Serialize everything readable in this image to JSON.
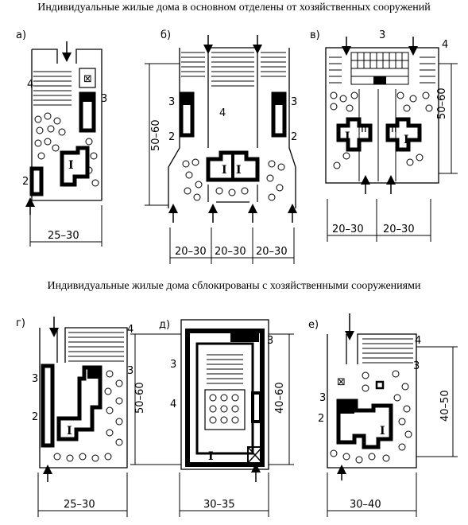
{
  "headings": {
    "top": "Индивидуальные жилые дома в основном отделены от хозяйственных сооружений",
    "bottom": "Индивидуальные жилые дома сблокированы с хозяйственными сооружениями"
  },
  "panels": {
    "a": {
      "letter": "а)",
      "width_dim": "25–30",
      "labels": [
        "4",
        "3",
        "2"
      ],
      "house": "I"
    },
    "b": {
      "letter": "б)",
      "depth_dim": "50–60",
      "width_dims": [
        "20–30",
        "20–30",
        "20–30"
      ],
      "labels": [
        "3",
        "3",
        "2",
        "2",
        "4"
      ],
      "houses": [
        "I",
        "I"
      ]
    },
    "v": {
      "letter": "в)",
      "depth_dim": "50–60",
      "width_dims": [
        "20–30",
        "20–30"
      ],
      "labels": [
        "3",
        "4"
      ],
      "houses": [
        "I",
        "I"
      ],
      "annex": [
        "II",
        "II"
      ]
    },
    "g": {
      "letter": "г)",
      "width_dim": "25–30",
      "labels": [
        "4",
        "3",
        "3",
        "2"
      ],
      "house": "I"
    },
    "d": {
      "letter": "д)",
      "width_dim": "30–35",
      "depth_dims": [
        "50–60",
        "40–60"
      ],
      "labels": [
        "3",
        "3",
        "4"
      ],
      "house": "I"
    },
    "e": {
      "letter": "е)",
      "width_dim": "30–40",
      "depth_dim": "40–50",
      "labels": [
        "4",
        "3",
        "3",
        "2"
      ],
      "house": "I"
    }
  },
  "colors": {
    "ink": "#000000",
    "paper": "#ffffff"
  }
}
